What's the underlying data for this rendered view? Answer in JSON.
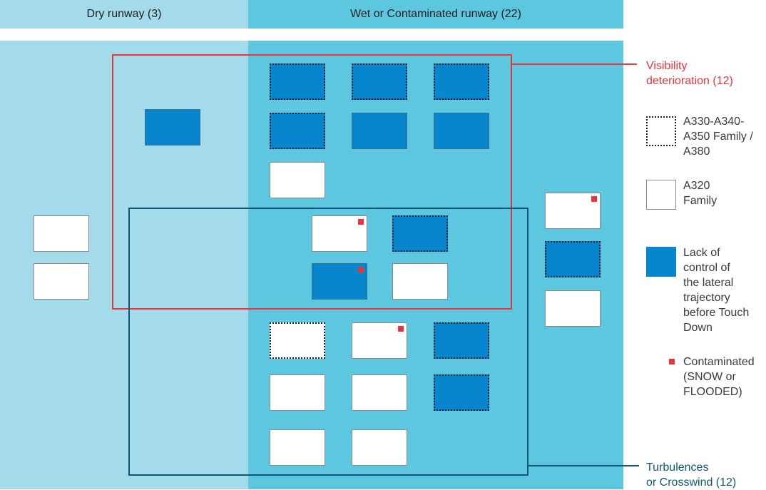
{
  "headers": {
    "dry": "Dry runway (3)",
    "wet": "Wet or Contaminated runway (22)"
  },
  "groups": {
    "visibility": "Visibility\ndeterioration (12)",
    "turbulence": "Turbulences\nor Crosswind (12)"
  },
  "legend": {
    "widebody": "A330-A340-\nA350 Family /\nA380",
    "a320": "A320\nFamily",
    "lack": "Lack of\ncontrol of\nthe lateral\ntrajectory\nbefore Touch\nDown",
    "contaminated": "Contaminated\n(SNOW or\nFLOODED)"
  },
  "colors": {
    "dry_runway": "#a3dbea",
    "wet_runway": "#5cc7df",
    "lack_of_control": "#0786ce",
    "visibility_group": "#e8343a",
    "turbulence_group": "#0e5777",
    "contaminated_marker": "#e8343a"
  },
  "events": [
    {
      "runway": "dry",
      "family": "A320",
      "lack_of_control": true,
      "contaminated": false,
      "visibility": true,
      "turbulence": false
    },
    {
      "runway": "dry",
      "family": "A320",
      "lack_of_control": false,
      "contaminated": false,
      "visibility": false,
      "turbulence": false
    },
    {
      "runway": "dry",
      "family": "A320",
      "lack_of_control": false,
      "contaminated": false,
      "visibility": false,
      "turbulence": false
    },
    {
      "runway": "wet",
      "family": "A330-A340-A350/A380",
      "lack_of_control": true,
      "contaminated": false,
      "visibility": true,
      "turbulence": false
    },
    {
      "runway": "wet",
      "family": "A330-A340-A350/A380",
      "lack_of_control": true,
      "contaminated": false,
      "visibility": true,
      "turbulence": false
    },
    {
      "runway": "wet",
      "family": "A330-A340-A350/A380",
      "lack_of_control": true,
      "contaminated": false,
      "visibility": true,
      "turbulence": false
    },
    {
      "runway": "wet",
      "family": "A330-A340-A350/A380",
      "lack_of_control": true,
      "contaminated": false,
      "visibility": true,
      "turbulence": false
    },
    {
      "runway": "wet",
      "family": "A320",
      "lack_of_control": true,
      "contaminated": false,
      "visibility": true,
      "turbulence": false
    },
    {
      "runway": "wet",
      "family": "A320",
      "lack_of_control": true,
      "contaminated": false,
      "visibility": true,
      "turbulence": false
    },
    {
      "runway": "wet",
      "family": "A320",
      "lack_of_control": false,
      "contaminated": false,
      "visibility": true,
      "turbulence": false
    },
    {
      "runway": "wet",
      "family": "A320",
      "lack_of_control": false,
      "contaminated": true,
      "visibility": true,
      "turbulence": true
    },
    {
      "runway": "wet",
      "family": "A330-A340-A350/A380",
      "lack_of_control": true,
      "contaminated": false,
      "visibility": true,
      "turbulence": true
    },
    {
      "runway": "wet",
      "family": "A320",
      "lack_of_control": true,
      "contaminated": true,
      "visibility": true,
      "turbulence": true
    },
    {
      "runway": "wet",
      "family": "A320",
      "lack_of_control": false,
      "contaminated": false,
      "visibility": true,
      "turbulence": true
    },
    {
      "runway": "wet",
      "family": "A330-A340-A350/A380",
      "lack_of_control": false,
      "contaminated": false,
      "visibility": false,
      "turbulence": true
    },
    {
      "runway": "wet",
      "family": "A320",
      "lack_of_control": false,
      "contaminated": true,
      "visibility": false,
      "turbulence": true
    },
    {
      "runway": "wet",
      "family": "A330-A340-A350/A380",
      "lack_of_control": true,
      "contaminated": false,
      "visibility": false,
      "turbulence": true
    },
    {
      "runway": "wet",
      "family": "A320",
      "lack_of_control": false,
      "contaminated": false,
      "visibility": false,
      "turbulence": true
    },
    {
      "runway": "wet",
      "family": "A320",
      "lack_of_control": false,
      "contaminated": false,
      "visibility": false,
      "turbulence": true
    },
    {
      "runway": "wet",
      "family": "A330-A340-A350/A380",
      "lack_of_control": true,
      "contaminated": false,
      "visibility": false,
      "turbulence": true
    },
    {
      "runway": "wet",
      "family": "A320",
      "lack_of_control": false,
      "contaminated": false,
      "visibility": false,
      "turbulence": true
    },
    {
      "runway": "wet",
      "family": "A320",
      "lack_of_control": false,
      "contaminated": false,
      "visibility": false,
      "turbulence": true
    },
    {
      "runway": "wet",
      "family": "A320",
      "lack_of_control": false,
      "contaminated": true,
      "visibility": false,
      "turbulence": false
    },
    {
      "runway": "wet",
      "family": "A330-A340-A350/A380",
      "lack_of_control": true,
      "contaminated": false,
      "visibility": false,
      "turbulence": false
    },
    {
      "runway": "wet",
      "family": "A320",
      "lack_of_control": false,
      "contaminated": false,
      "visibility": false,
      "turbulence": false
    }
  ]
}
